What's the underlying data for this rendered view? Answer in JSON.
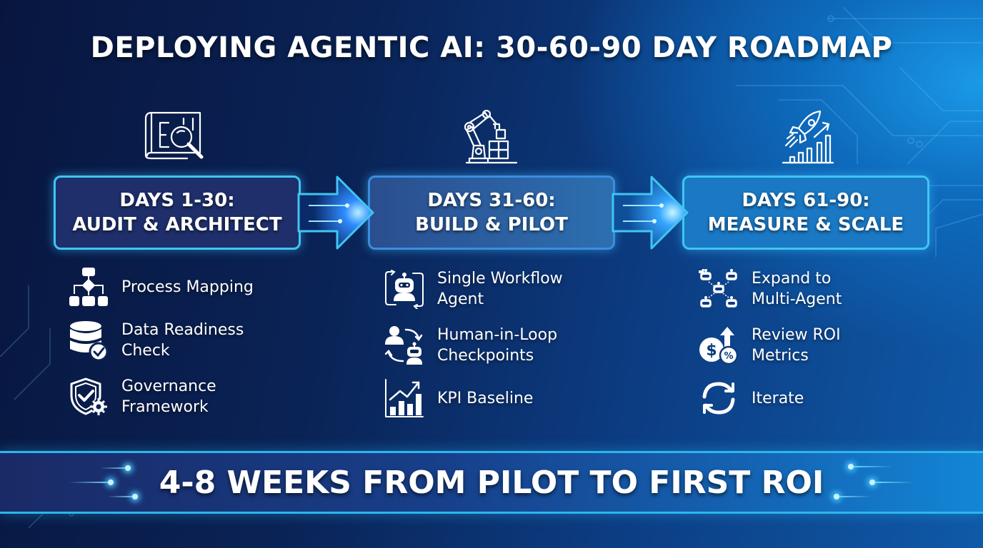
{
  "title": "DEPLOYING AGENTIC AI: 30-60-90 DAY ROADMAP",
  "colors": {
    "background_dark": "#08163f",
    "background_light": "#1386d6",
    "accent_cyan": "#3fc6f0",
    "text": "#ffffff"
  },
  "phases": [
    {
      "icon": "blueprint-magnifier-icon",
      "line1": "DAYS 1-30:",
      "line2": "AUDIT & ARCHITECT",
      "tasks": [
        {
          "icon": "flowchart-icon",
          "label": "Process Mapping"
        },
        {
          "icon": "database-check-icon",
          "label": "Data Readiness\nCheck"
        },
        {
          "icon": "shield-gear-icon",
          "label": "Governance\nFramework"
        }
      ]
    },
    {
      "icon": "robot-arm-icon",
      "line1": "DAYS 31-60:",
      "line2": "BUILD & PILOT",
      "tasks": [
        {
          "icon": "robot-cycle-icon",
          "label": "Single Workflow\nAgent"
        },
        {
          "icon": "human-robot-loop-icon",
          "label": "Human-in-Loop\nCheckpoints"
        },
        {
          "icon": "bar-chart-trend-icon",
          "label": "KPI Baseline"
        }
      ]
    },
    {
      "icon": "rocket-growth-icon",
      "line1": "DAYS 61-90:",
      "line2": "MEASURE & SCALE",
      "tasks": [
        {
          "icon": "multi-robot-network-icon",
          "label": "Expand to\nMulti-Agent"
        },
        {
          "icon": "dollar-percent-up-icon",
          "label": "Review ROI\nMetrics"
        },
        {
          "icon": "refresh-cycle-icon",
          "label": "Iterate"
        }
      ]
    }
  ],
  "banner": {
    "text": "4-8 WEEKS FROM PILOT TO FIRST ROI"
  }
}
